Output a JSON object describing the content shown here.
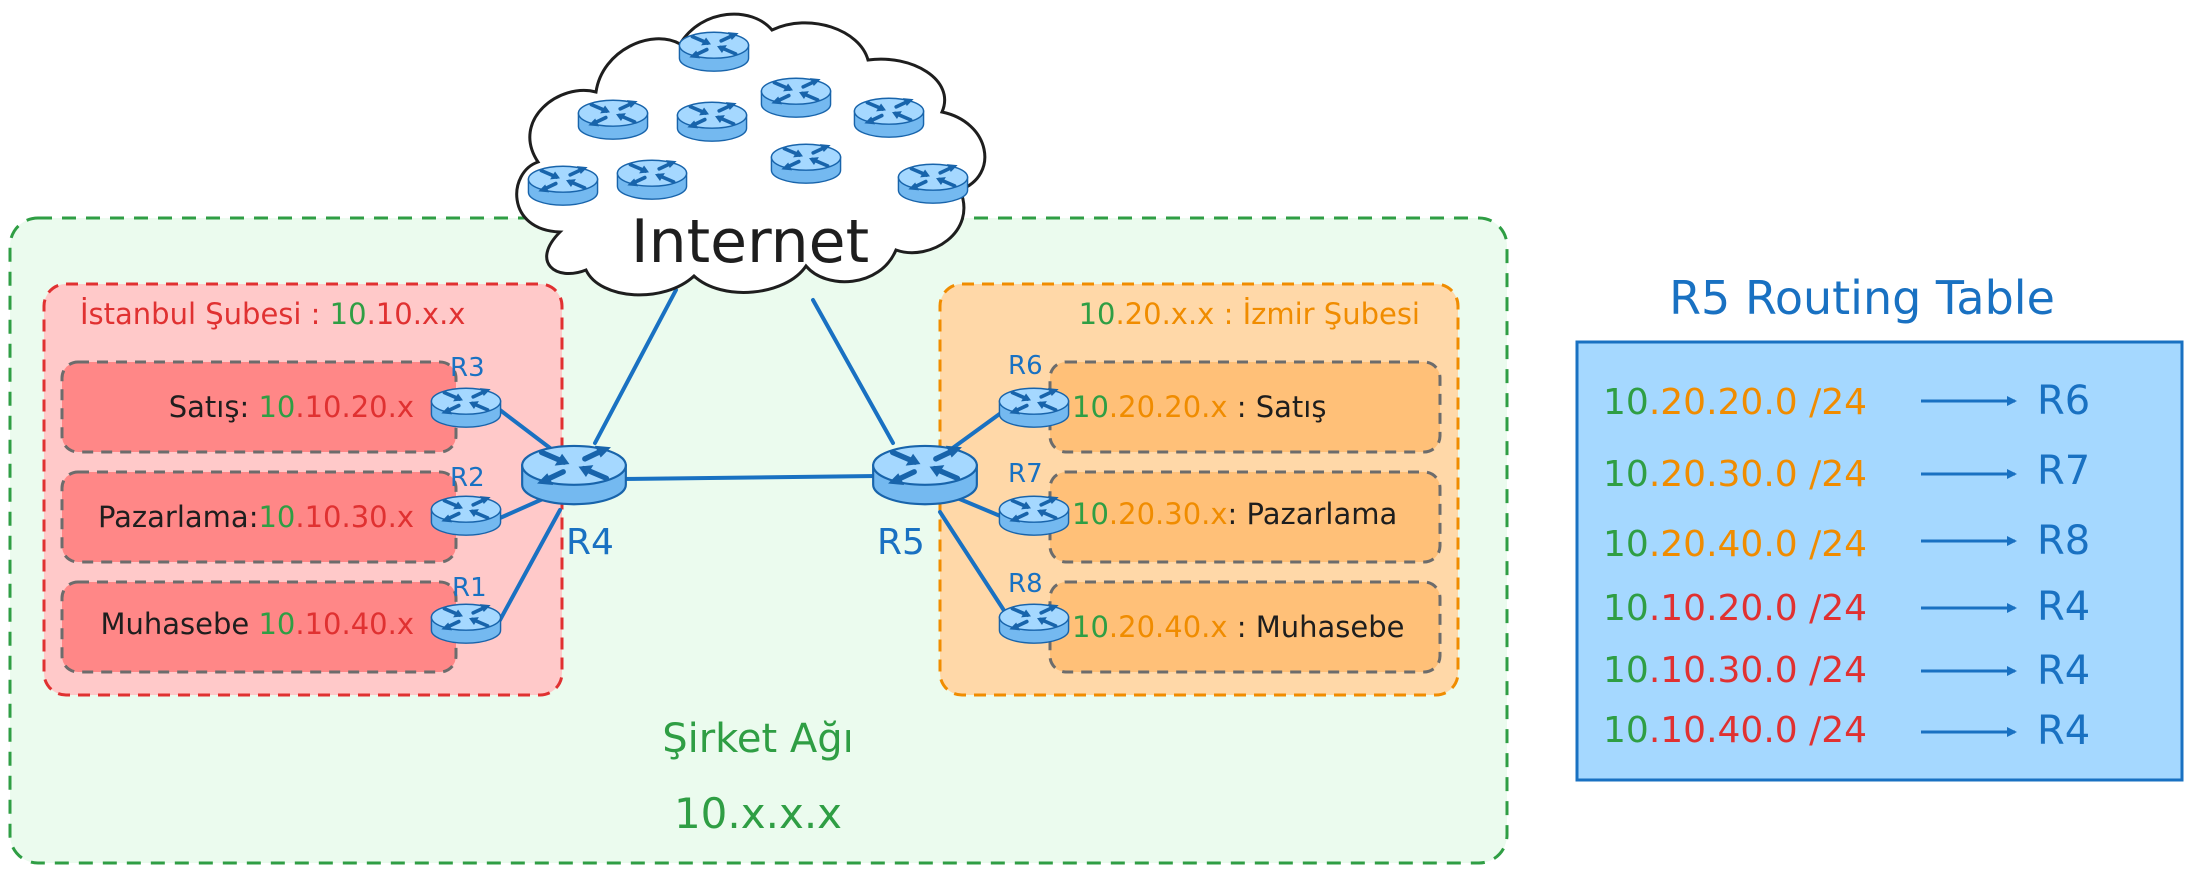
{
  "cloud": {
    "label": "Internet"
  },
  "company": {
    "title": "Şirket Ağı",
    "prefix_a": "10",
    "prefix_b": ".x.x.x"
  },
  "istanbul": {
    "title_text": "İstanbul Şubesi : ",
    "net_green": "10",
    "net_red": ".10.x.x",
    "lans": [
      {
        "name": "Satış: ",
        "ip_green": "10",
        "ip_red": ".10.20.x"
      },
      {
        "name": "Pazarlama:",
        "ip_green": "10",
        "ip_red": ".10.30.x"
      },
      {
        "name": "Muhasebe ",
        "ip_green": "10",
        "ip_red": ".10.40.x"
      }
    ]
  },
  "izmir": {
    "net_green": "10",
    "net_orange": ".20.x.x",
    "title_text": " : İzmir Şubesi",
    "lans": [
      {
        "ip_green": "10",
        "ip_orange": ".20.20.x",
        "name": " : Satış"
      },
      {
        "ip_green": "10",
        "ip_orange": ".20.30.x",
        "name": ": Pazarlama"
      },
      {
        "ip_green": "10",
        "ip_orange": ".20.40.x",
        "name": " : Muhasebe"
      }
    ]
  },
  "routers": {
    "r1": "R1",
    "r2": "R2",
    "r3": "R3",
    "r4": "R4",
    "r5": "R5",
    "r6": "R6",
    "r7": "R7",
    "r8": "R8"
  },
  "routing_table": {
    "title": "R5 Routing Table",
    "rows": [
      {
        "green": "10",
        "rest": ".20.20.0 /24",
        "tone": "orange",
        "next_hop": "R6"
      },
      {
        "green": "10",
        "rest": ".20.30.0 /24",
        "tone": "orange",
        "next_hop": "R7"
      },
      {
        "green": "10",
        "rest": ".20.40.0 /24",
        "tone": "orange",
        "next_hop": "R8"
      },
      {
        "green": "10",
        "rest": ".10.20.0 /24",
        "tone": "red",
        "next_hop": "R4"
      },
      {
        "green": "10",
        "rest": ".10.30.0 /24",
        "tone": "red",
        "next_hop": "R4"
      },
      {
        "green": "10",
        "rest": ".10.40.0 /24",
        "tone": "red",
        "next_hop": "R4"
      }
    ]
  },
  "colors": {
    "green": "#2f9e44",
    "red": "#e03131",
    "orange": "#f08c00",
    "blue": "#1971c2",
    "dark": "#1e1e1e",
    "company_fill": "#ebfbee",
    "istanbul_fill": "#ffc9c9",
    "lan_red_fill": "#ff8787",
    "izmir_fill": "#ffd8a8",
    "lan_orange_fill": "#ffc078",
    "table_fill": "#a5d8ff",
    "router_fill": "#a5d8ff"
  }
}
